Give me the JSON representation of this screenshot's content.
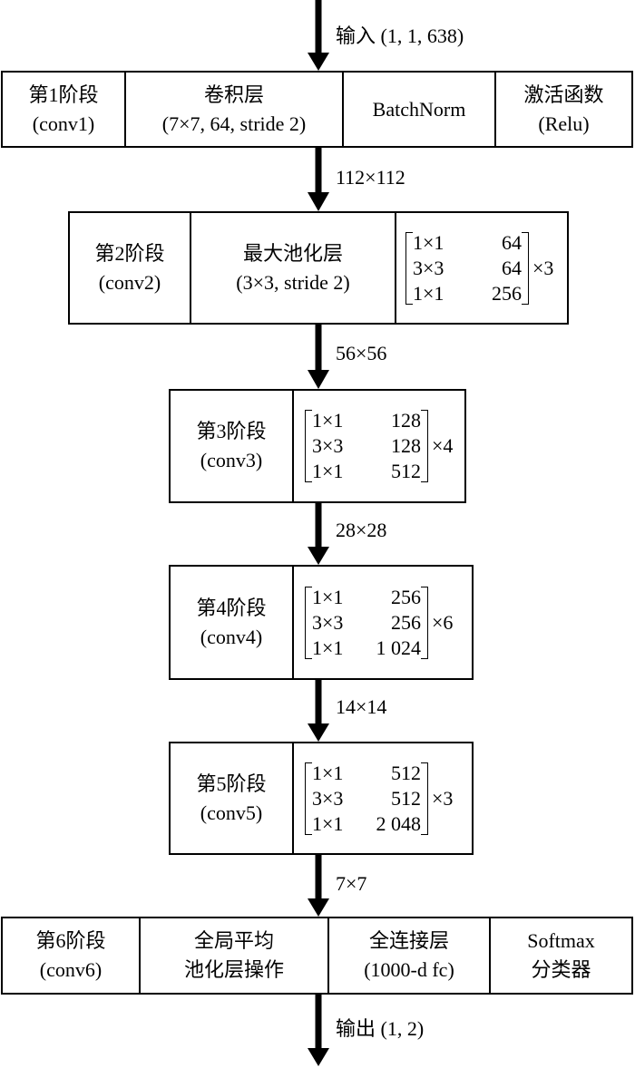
{
  "arrows": {
    "input": "输入 (1, 1, 638)",
    "s1_s2": "112×112",
    "s2_s3": "56×56",
    "s3_s4": "28×28",
    "s4_s5": "14×14",
    "s5_s6": "7×7",
    "output": "输出 (1, 2)"
  },
  "stage1": {
    "name": "第1阶段",
    "sub": "(conv1)",
    "conv_title": "卷积层",
    "conv_params": "(7×7, 64, stride 2)",
    "bn": "BatchNorm",
    "act_title": "激活函数",
    "act_sub": "(Relu)"
  },
  "stage2": {
    "name": "第2阶段",
    "sub": "(conv2)",
    "pool_title": "最大池化层",
    "pool_params": "(3×3, stride 2)",
    "rows": [
      [
        "1×1",
        "64"
      ],
      [
        "3×3",
        "64"
      ],
      [
        "1×1",
        "256"
      ]
    ],
    "repeat": "×3"
  },
  "stage3": {
    "name": "第3阶段",
    "sub": "(conv3)",
    "rows": [
      [
        "1×1",
        "128"
      ],
      [
        "3×3",
        "128"
      ],
      [
        "1×1",
        "512"
      ]
    ],
    "repeat": "×4"
  },
  "stage4": {
    "name": "第4阶段",
    "sub": "(conv4)",
    "rows": [
      [
        "1×1",
        "256"
      ],
      [
        "3×3",
        "256"
      ],
      [
        "1×1",
        "1 024"
      ]
    ],
    "repeat": "×6"
  },
  "stage5": {
    "name": "第5阶段",
    "sub": "(conv5)",
    "rows": [
      [
        "1×1",
        "512"
      ],
      [
        "3×3",
        "512"
      ],
      [
        "1×1",
        "2 048"
      ]
    ],
    "repeat": "×3"
  },
  "stage6": {
    "name": "第6阶段",
    "sub": "(conv6)",
    "gap_line1": "全局平均",
    "gap_line2": "池化层操作",
    "fc_title": "全连接层",
    "fc_sub": "(1000-d fc)",
    "cls_title": "Softmax",
    "cls_sub": "分类器"
  }
}
